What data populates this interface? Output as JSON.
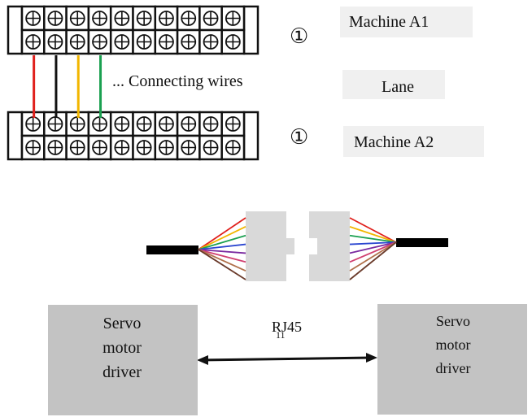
{
  "terminal_block": {
    "columns": 10,
    "wires": [
      {
        "color": "#e0201c"
      },
      {
        "color": "#111111"
      },
      {
        "color": "#f2b600"
      },
      {
        "color": "#1aa050"
      }
    ]
  },
  "labels": {
    "connecting_wires": "... Connecting wires",
    "circle_marker_top": "①",
    "circle_marker_bottom": "①",
    "machine_a1": "Machine A1",
    "lane": "Lane",
    "machine_a2": "Machine A2",
    "rj45": "RJ45",
    "rj45_sub": "11"
  },
  "drivers": {
    "left": {
      "line1": "Servo",
      "line2": "motor",
      "line3": "driver"
    },
    "right": {
      "line1": "Servo",
      "line2": "motor",
      "line3": "driver"
    }
  },
  "rj45_fan_colors": [
    "#e0201c",
    "#f2b600",
    "#1aa050",
    "#2a45d0",
    "#7a2aa0",
    "#d04070",
    "#b0704a",
    "#6a3a2a"
  ]
}
